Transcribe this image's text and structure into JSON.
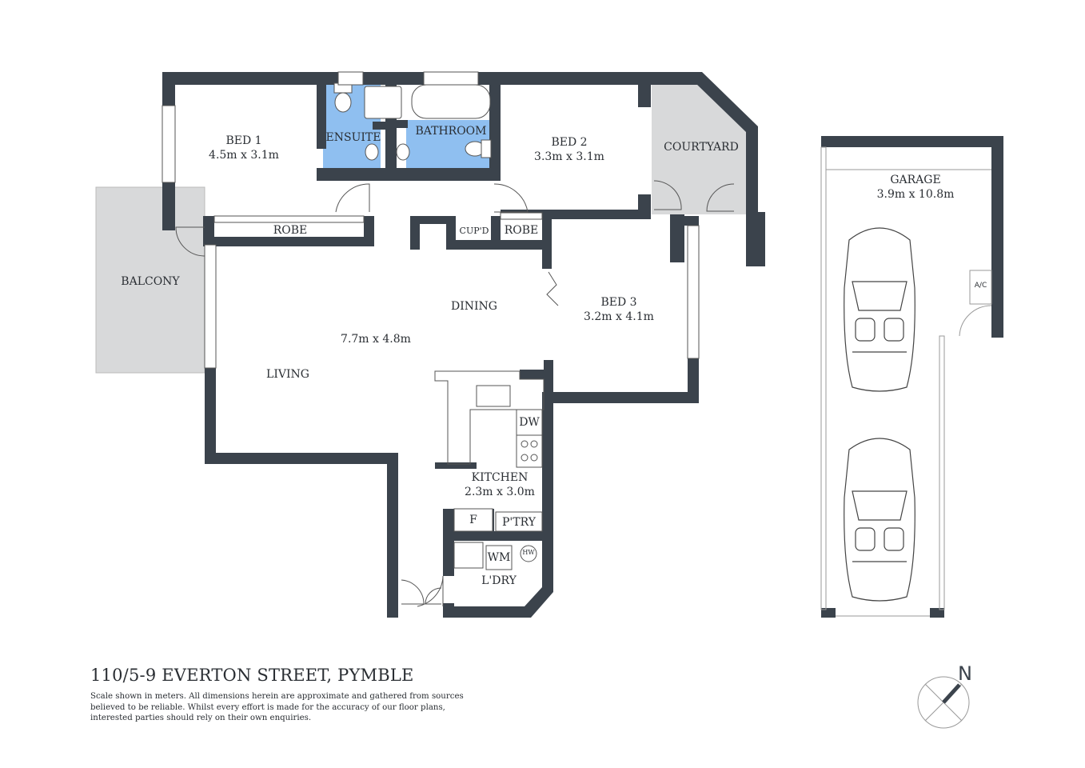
{
  "colors": {
    "wall": "#3b434c",
    "wet_area": "#8fbff0",
    "outdoor": "#d8d9da",
    "background": "#ffffff",
    "text": "#2a2e33"
  },
  "rooms": {
    "bed1": {
      "name": "BED 1",
      "size": "4.5m x 3.1m"
    },
    "ensuite": {
      "name": "ENSUITE"
    },
    "bathroom": {
      "name": "BATHROOM"
    },
    "bed2": {
      "name": "BED 2",
      "size": "3.3m x 3.1m"
    },
    "courtyard": {
      "name": "COURTYARD"
    },
    "robe1": {
      "name": "ROBE"
    },
    "cupd": {
      "name": "CUP'D"
    },
    "robe2": {
      "name": "ROBE"
    },
    "balcony": {
      "name": "BALCONY"
    },
    "dining": {
      "name": "DINING"
    },
    "living_size": {
      "size": "7.7m x 4.8m"
    },
    "living": {
      "name": "LIVING"
    },
    "bed3": {
      "name": "BED 3",
      "size": "3.2m x 4.1m"
    },
    "kitchen": {
      "name": "KITCHEN",
      "size": "2.3m x 3.0m"
    },
    "dw": {
      "name": "DW"
    },
    "fridge": {
      "name": "F"
    },
    "pantry": {
      "name": "P'TRY"
    },
    "wm": {
      "name": "WM"
    },
    "hw": {
      "name": "HW"
    },
    "laundry": {
      "name": "L'DRY"
    },
    "garage": {
      "name": "GARAGE",
      "size": "3.9m x 10.8m"
    },
    "ac": {
      "name": "A/C"
    }
  },
  "footer": {
    "address": "110/5-9 EVERTON STREET, PYMBLE",
    "disclaimer": "Scale shown in meters. All dimensions herein are approximate and gathered from sources believed to be reliable. Whilst every effort is made for the accuracy of our floor plans, interested parties should rely on their own enquiries."
  },
  "compass": {
    "label": "N"
  }
}
